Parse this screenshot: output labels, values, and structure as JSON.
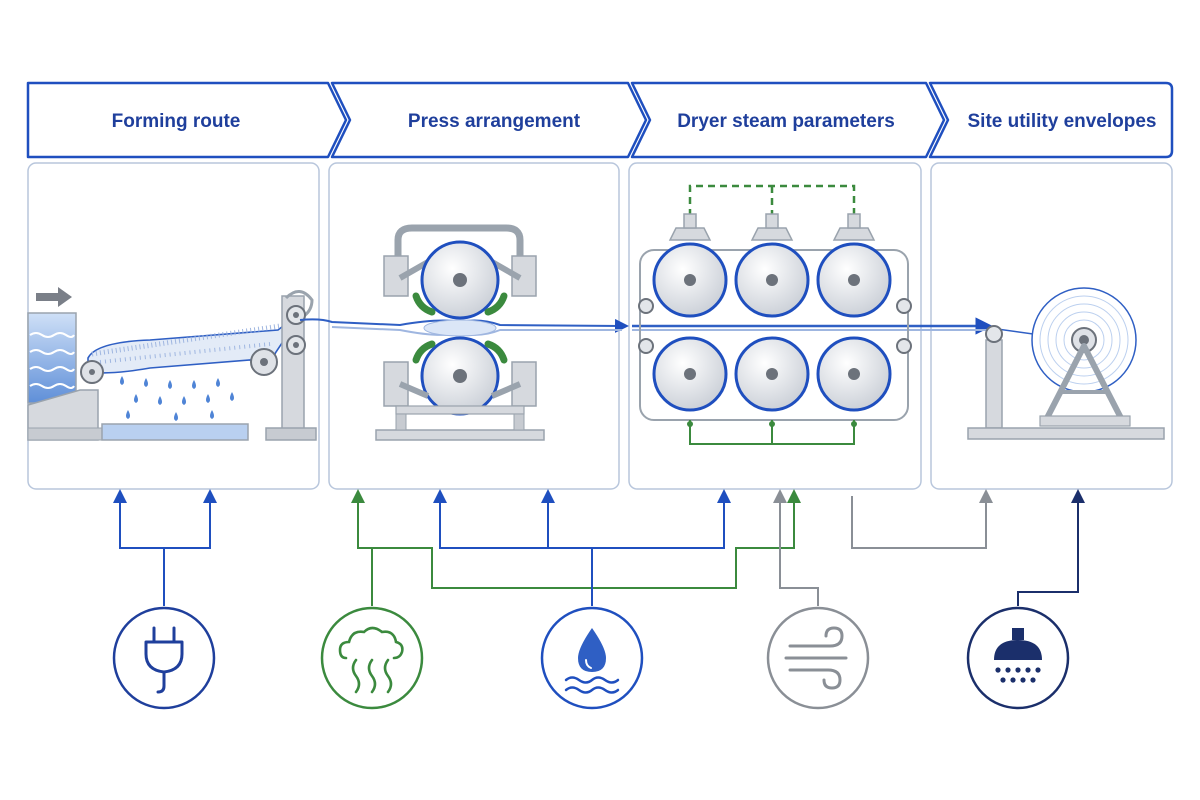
{
  "stages": [
    {
      "label": "Forming route"
    },
    {
      "label": "Press arrangement"
    },
    {
      "label": "Dryer steam parameters"
    },
    {
      "label": "Site utility envelopes"
    }
  ],
  "utilities": [
    {
      "icon": "power-plug-icon",
      "color": "#1f3f9c"
    },
    {
      "icon": "steam-icon",
      "color": "#3b8a3e"
    },
    {
      "icon": "water-drop-icon",
      "color": "#1f4fbf"
    },
    {
      "icon": "wind-icon",
      "color": "#8a8f96"
    },
    {
      "icon": "shower-icon",
      "color": "#1b2f6b"
    }
  ],
  "colors": {
    "header_border": "#1f4fbf",
    "panel_border": "#b8c6dc",
    "machine_gray": "#d6d9de",
    "roll_blue": "#1f4fbf",
    "steam_green": "#3b8a3e",
    "utility_gray": "#8a8f96",
    "utility_navy": "#1b2f6b"
  }
}
